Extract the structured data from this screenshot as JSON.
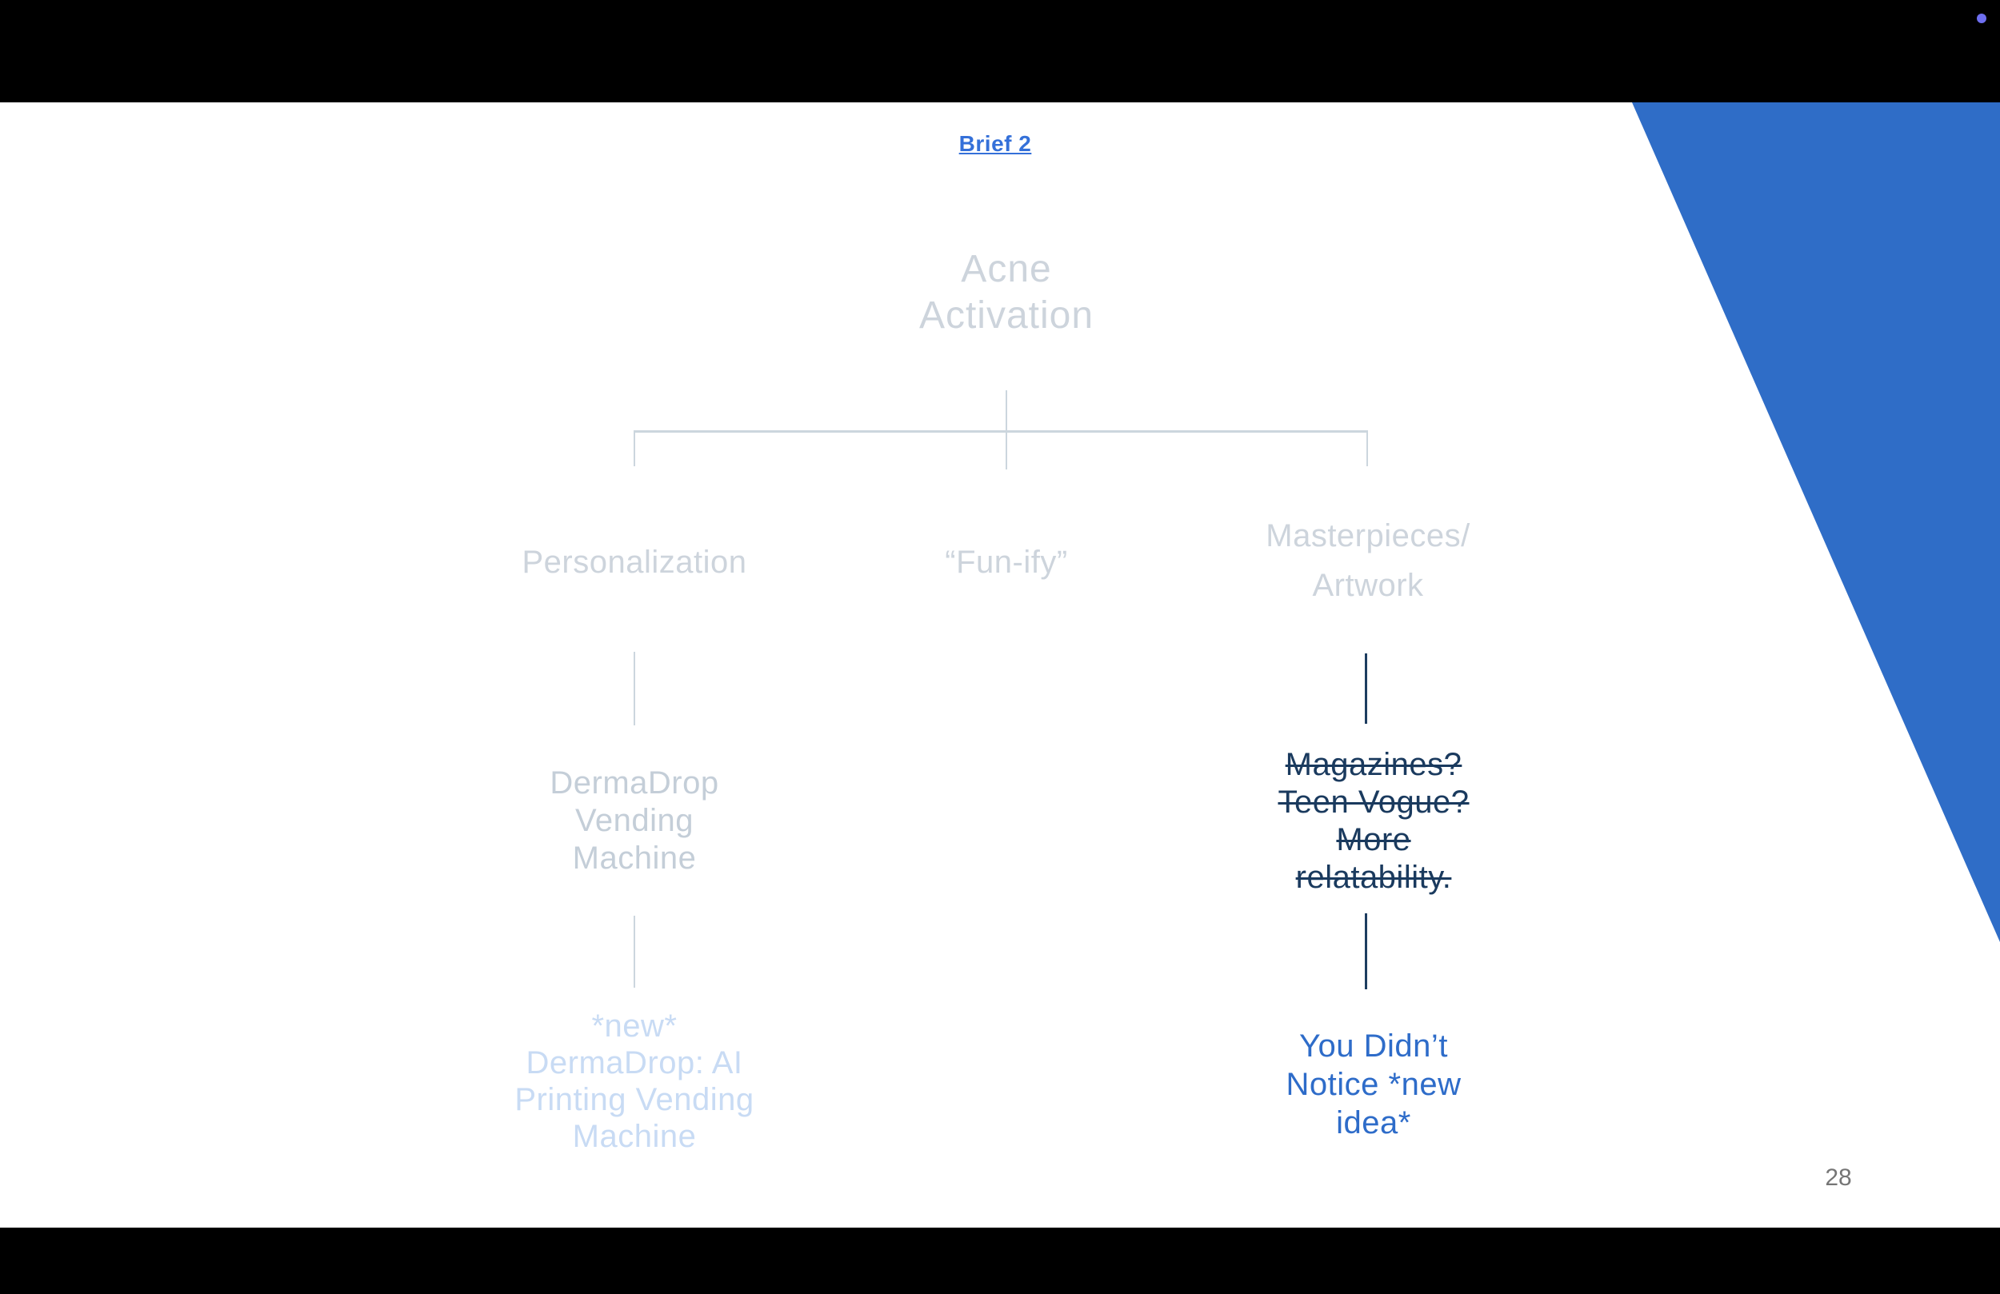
{
  "header": {
    "link_label": "Brief 2"
  },
  "tree": {
    "root": "Acne\nActivation",
    "branches": [
      {
        "label": "Personalization",
        "children": [
          "DermaDrop\nVending\nMachine",
          "*new*\nDermaDrop: AI\nPrinting Vending\nMachine"
        ]
      },
      {
        "label": "“Fun-ify”",
        "children": []
      },
      {
        "label": "Masterpieces/\nArtwork",
        "children": [
          "Magazines?\nTeen Vogue?\nMore\nrelatability.",
          "You Didn’t\nNotice *new\nidea*"
        ]
      }
    ]
  },
  "footer": {
    "page_number": "28"
  },
  "colors": {
    "wedge_blue": "#2f6dc7",
    "dot_purple": "#6e6ff0",
    "link_blue": "#3470d9",
    "light_gray": "#cdd4dc",
    "muted_gray": "#c4ced8",
    "pale_blue": "#c8dbf4",
    "navy": "#1a3a5e",
    "navy_line": "#1d3d60",
    "bright_blue": "#2e6cc9",
    "line_gray": "#ccd6de",
    "page_gray": "#757575"
  }
}
